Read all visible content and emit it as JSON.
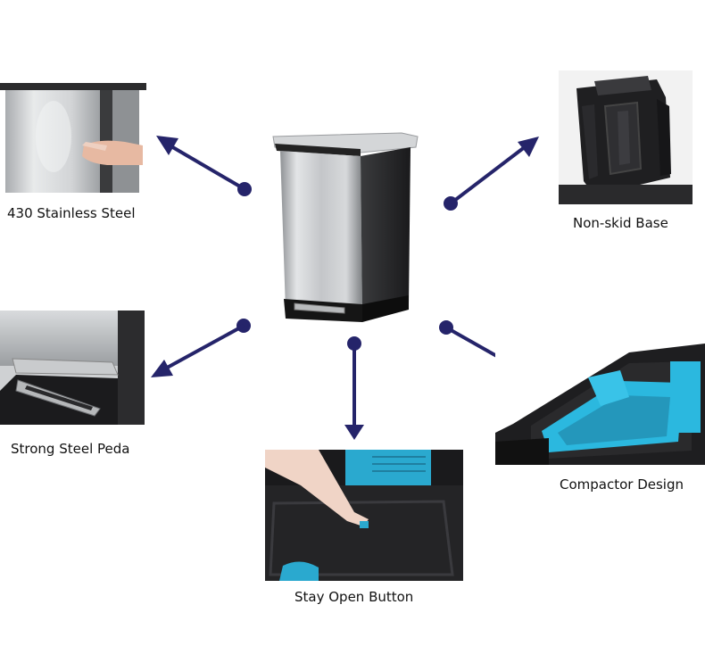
{
  "colors": {
    "arrow": "#25246a",
    "background": "#ffffff",
    "stainless": "#c9cbcd",
    "black_plastic": "#1c1c1e",
    "compactor_blue": "#2bb8df"
  },
  "product": {
    "name_icon": "trash-can-illustration"
  },
  "features": [
    {
      "caption": "430 Stainless Steel",
      "icon": "stainless-panel-photo"
    },
    {
      "caption": "Non-skid Base",
      "icon": "base-photo"
    },
    {
      "caption": "Strong Steel Peda",
      "icon": "pedal-photo"
    },
    {
      "caption": "Compactor Design",
      "icon": "compactor-photo"
    },
    {
      "caption": "Stay Open Button",
      "icon": "button-photo"
    }
  ]
}
